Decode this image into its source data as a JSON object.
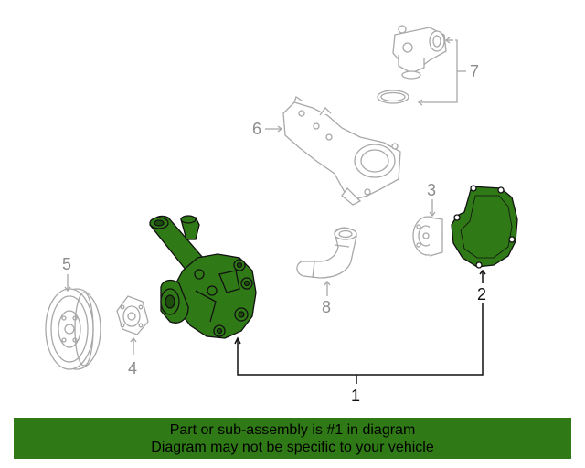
{
  "callouts": {
    "c1": "1",
    "c2": "2",
    "c3": "3",
    "c4": "4",
    "c5": "5",
    "c6": "6",
    "c7": "7",
    "c8": "8"
  },
  "banner": {
    "line1": "Part or sub-assembly is #1 in diagram",
    "line2": "Diagram may not be specific to your vehicle"
  },
  "colors": {
    "highlight_fill": "#2f7a16",
    "line_art": "#a8a8a8",
    "leader_dark": "#111111"
  }
}
